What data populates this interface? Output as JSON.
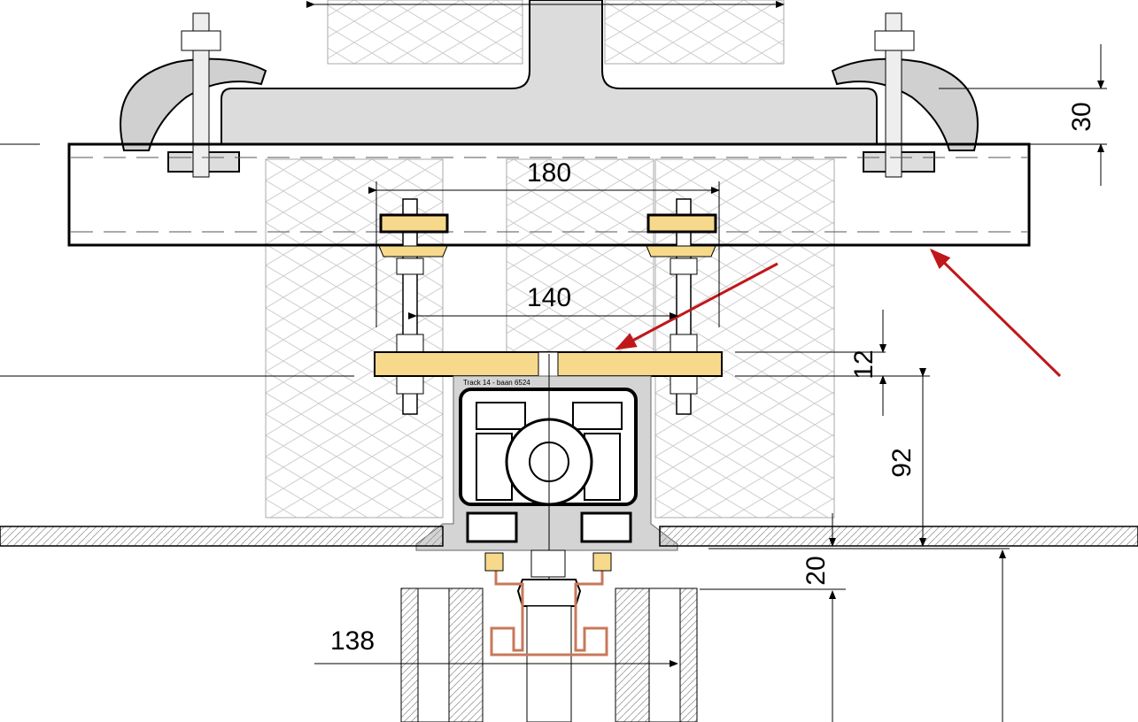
{
  "drawing": {
    "dimensions": {
      "top_span": "180",
      "rod_span": "140",
      "clamp_height": "30",
      "plate_thickness": "12",
      "track_height": "92",
      "floor_offset": "20",
      "lower_span": "138"
    },
    "track_label": "Track 14 - baan 6524",
    "colors": {
      "plate": "#f7d98b",
      "steel": "#d9d9d9",
      "arrow": "#c0171b",
      "copper": "#c8785a"
    }
  }
}
